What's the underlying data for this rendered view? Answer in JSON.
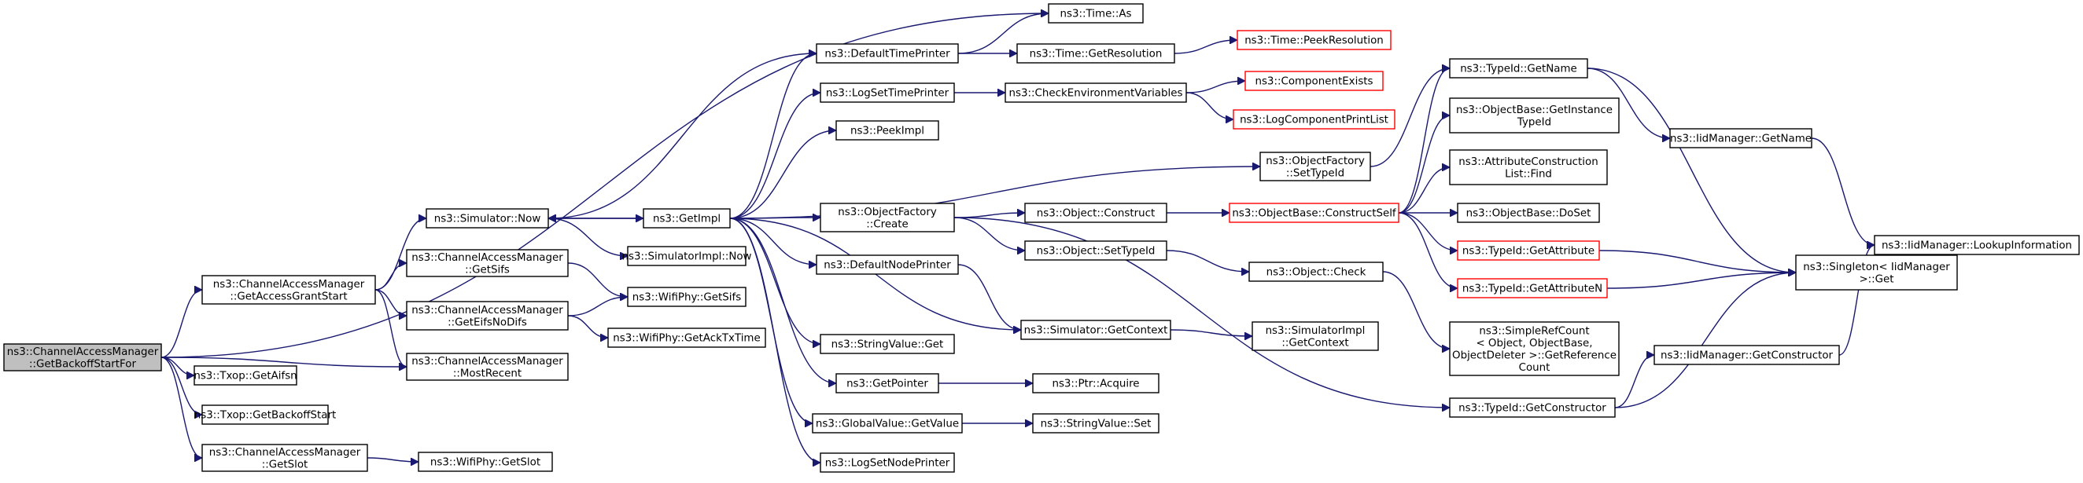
{
  "nodes": [
    {
      "id": "root",
      "lines": [
        "ns3::ChannelAccessManager",
        "::GetBackoffStartFor"
      ],
      "root": true
    },
    {
      "id": "gags",
      "lines": [
        "ns3::ChannelAccessManager",
        "::GetAccessGrantStart"
      ]
    },
    {
      "id": "aifsn",
      "lines": [
        "ns3::Txop::GetAifsn"
      ]
    },
    {
      "id": "bostart",
      "lines": [
        "ns3::Txop::GetBackoffStart"
      ]
    },
    {
      "id": "getslot",
      "lines": [
        "ns3::ChannelAccessManager",
        "::GetSlot"
      ]
    },
    {
      "id": "simnow",
      "lines": [
        "ns3::Simulator::Now"
      ]
    },
    {
      "id": "getsifs",
      "lines": [
        "ns3::ChannelAccessManager",
        "::GetSifs"
      ]
    },
    {
      "id": "eifs",
      "lines": [
        "ns3::ChannelAccessManager",
        "::GetEifsNoDifs"
      ]
    },
    {
      "id": "mostrecent",
      "lines": [
        "ns3::ChannelAccessManager",
        "::MostRecent"
      ]
    },
    {
      "id": "wifigetslot",
      "lines": [
        "ns3::WifiPhy::GetSlot"
      ]
    },
    {
      "id": "getimpl",
      "lines": [
        "ns3::GetImpl"
      ]
    },
    {
      "id": "simimplnow",
      "lines": [
        "ns3::SimulatorImpl::Now"
      ]
    },
    {
      "id": "wifigetsifs",
      "lines": [
        "ns3::WifiPhy::GetSifs"
      ]
    },
    {
      "id": "ackt",
      "lines": [
        "ns3::WifiPhy::GetAckTxTime"
      ]
    },
    {
      "id": "deftp",
      "lines": [
        "ns3::DefaultTimePrinter"
      ]
    },
    {
      "id": "logstp",
      "lines": [
        "ns3::LogSetTimePrinter"
      ]
    },
    {
      "id": "peekimpl",
      "lines": [
        "ns3::PeekImpl"
      ]
    },
    {
      "id": "ofcreate",
      "lines": [
        "ns3::ObjectFactory",
        "::Create"
      ]
    },
    {
      "id": "defnp",
      "lines": [
        "ns3::DefaultNodePrinter"
      ]
    },
    {
      "id": "svget",
      "lines": [
        "ns3::StringValue::Get"
      ]
    },
    {
      "id": "getpointer",
      "lines": [
        "ns3::GetPointer"
      ]
    },
    {
      "id": "gvget",
      "lines": [
        "ns3::GlobalValue::GetValue"
      ]
    },
    {
      "id": "logsnp",
      "lines": [
        "ns3::LogSetNodePrinter"
      ]
    },
    {
      "id": "timeas",
      "lines": [
        "ns3::Time::As"
      ]
    },
    {
      "id": "timegetres",
      "lines": [
        "ns3::Time::GetResolution"
      ]
    },
    {
      "id": "checkenv",
      "lines": [
        "ns3::CheckEnvironmentVariables"
      ]
    },
    {
      "id": "objconstruct",
      "lines": [
        "ns3::Object::Construct"
      ]
    },
    {
      "id": "objsettypeid",
      "lines": [
        "ns3::Object::SetTypeId"
      ]
    },
    {
      "id": "simgetctx",
      "lines": [
        "ns3::Simulator::GetContext"
      ]
    },
    {
      "id": "ptracq",
      "lines": [
        "ns3::Ptr::Acquire"
      ]
    },
    {
      "id": "svset",
      "lines": [
        "ns3::StringValue::Set"
      ]
    },
    {
      "id": "peekres",
      "lines": [
        "ns3::Time::PeekResolution"
      ],
      "red": true
    },
    {
      "id": "compexists",
      "lines": [
        "ns3::ComponentExists"
      ],
      "red": true
    },
    {
      "id": "logcpl",
      "lines": [
        "ns3::LogComponentPrintList"
      ],
      "red": true
    },
    {
      "id": "ofsettypeid",
      "lines": [
        "ns3::ObjectFactory",
        "::SetTypeId"
      ]
    },
    {
      "id": "obconstructself",
      "lines": [
        "ns3::ObjectBase::ConstructSelf"
      ],
      "red": true
    },
    {
      "id": "objcheck",
      "lines": [
        "ns3::Object::Check"
      ]
    },
    {
      "id": "simimplctx",
      "lines": [
        "ns3::SimulatorImpl",
        "::GetContext"
      ]
    },
    {
      "id": "tidgetname",
      "lines": [
        "ns3::TypeId::GetName"
      ]
    },
    {
      "id": "obgetinst",
      "lines": [
        "ns3::ObjectBase::GetInstance",
        "TypeId"
      ]
    },
    {
      "id": "acfind",
      "lines": [
        "ns3::AttributeConstruction",
        "List::Find"
      ]
    },
    {
      "id": "obdoset",
      "lines": [
        "ns3::ObjectBase::DoSet"
      ]
    },
    {
      "id": "tidgetattr",
      "lines": [
        "ns3::TypeId::GetAttribute"
      ],
      "red": true
    },
    {
      "id": "tidgetattrn",
      "lines": [
        "ns3::TypeId::GetAttributeN"
      ],
      "red": true
    },
    {
      "id": "simplerefcount",
      "lines": [
        "ns3::SimpleRefCount",
        "< Object, ObjectBase,",
        "ObjectDeleter >::GetReference",
        "Count"
      ]
    },
    {
      "id": "tidgetctor",
      "lines": [
        "ns3::TypeId::GetConstructor"
      ]
    },
    {
      "id": "iidgetname",
      "lines": [
        "ns3::IidManager::GetName"
      ]
    },
    {
      "id": "singleton",
      "lines": [
        "ns3::Singleton< IidManager",
        ">::Get"
      ]
    },
    {
      "id": "iidgetctor",
      "lines": [
        "ns3::IidManager::GetConstructor"
      ]
    },
    {
      "id": "iidlookup",
      "lines": [
        "ns3::IidManager::LookupInformation"
      ]
    }
  ],
  "edges": [
    [
      "root",
      "gags"
    ],
    [
      "root",
      "aifsn"
    ],
    [
      "root",
      "bostart"
    ],
    [
      "root",
      "getslot"
    ],
    [
      "root",
      "mostrecent"
    ],
    [
      "root",
      "timeas"
    ],
    [
      "gags",
      "simnow"
    ],
    [
      "gags",
      "getsifs"
    ],
    [
      "gags",
      "eifs"
    ],
    [
      "gags",
      "mostrecent"
    ],
    [
      "getslot",
      "wifigetslot"
    ],
    [
      "simnow",
      "getimpl"
    ],
    [
      "simnow",
      "simimplnow"
    ],
    [
      "getsifs",
      "wifigetsifs"
    ],
    [
      "eifs",
      "wifigetsifs"
    ],
    [
      "eifs",
      "ackt"
    ],
    [
      "getimpl",
      "simnow"
    ],
    [
      "getimpl",
      "deftp"
    ],
    [
      "getimpl",
      "logstp"
    ],
    [
      "getimpl",
      "peekimpl"
    ],
    [
      "getimpl",
      "ofsettypeid"
    ],
    [
      "getimpl",
      "ofcreate"
    ],
    [
      "getimpl",
      "defnp"
    ],
    [
      "getimpl",
      "svget"
    ],
    [
      "getimpl",
      "getpointer"
    ],
    [
      "getimpl",
      "gvget"
    ],
    [
      "getimpl",
      "logsnp"
    ],
    [
      "getimpl",
      "simgetctx"
    ],
    [
      "deftp",
      "timeas"
    ],
    [
      "deftp",
      "timegetres"
    ],
    [
      "deftp",
      "simnow"
    ],
    [
      "logstp",
      "checkenv"
    ],
    [
      "ofcreate",
      "objconstruct"
    ],
    [
      "ofcreate",
      "objsettypeid"
    ],
    [
      "ofcreate",
      "tidgetctor"
    ],
    [
      "defnp",
      "simgetctx"
    ],
    [
      "getpointer",
      "ptracq"
    ],
    [
      "gvget",
      "svset"
    ],
    [
      "timegetres",
      "peekres"
    ],
    [
      "checkenv",
      "compexists"
    ],
    [
      "checkenv",
      "logcpl"
    ],
    [
      "objconstruct",
      "obconstructself"
    ],
    [
      "objsettypeid",
      "objcheck"
    ],
    [
      "simgetctx",
      "simimplctx"
    ],
    [
      "ofsettypeid",
      "tidgetname"
    ],
    [
      "obconstructself",
      "tidgetname"
    ],
    [
      "obconstructself",
      "obgetinst"
    ],
    [
      "obconstructself",
      "acfind"
    ],
    [
      "obconstructself",
      "obdoset"
    ],
    [
      "obconstructself",
      "tidgetattr"
    ],
    [
      "obconstructself",
      "tidgetattrn"
    ],
    [
      "objcheck",
      "simplerefcount"
    ],
    [
      "tidgetname",
      "iidgetname"
    ],
    [
      "tidgetname",
      "singleton"
    ],
    [
      "tidgetattr",
      "singleton"
    ],
    [
      "tidgetattrn",
      "singleton"
    ],
    [
      "tidgetctor",
      "iidgetctor"
    ],
    [
      "tidgetctor",
      "singleton"
    ],
    [
      "iidgetname",
      "iidlookup"
    ],
    [
      "iidgetctor",
      "iidlookup"
    ]
  ]
}
